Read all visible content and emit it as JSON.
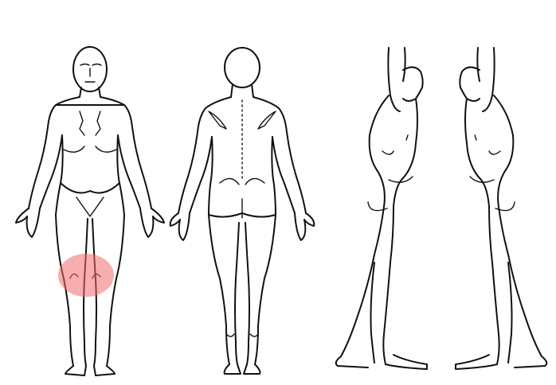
{
  "figure": {
    "views": [
      "front",
      "back",
      "right-side",
      "left-side"
    ],
    "highlight": {
      "region": "both knees",
      "view": "front",
      "color": "#f26b6b"
    },
    "colors": {
      "line": "#111111",
      "background": "#ffffff"
    }
  }
}
